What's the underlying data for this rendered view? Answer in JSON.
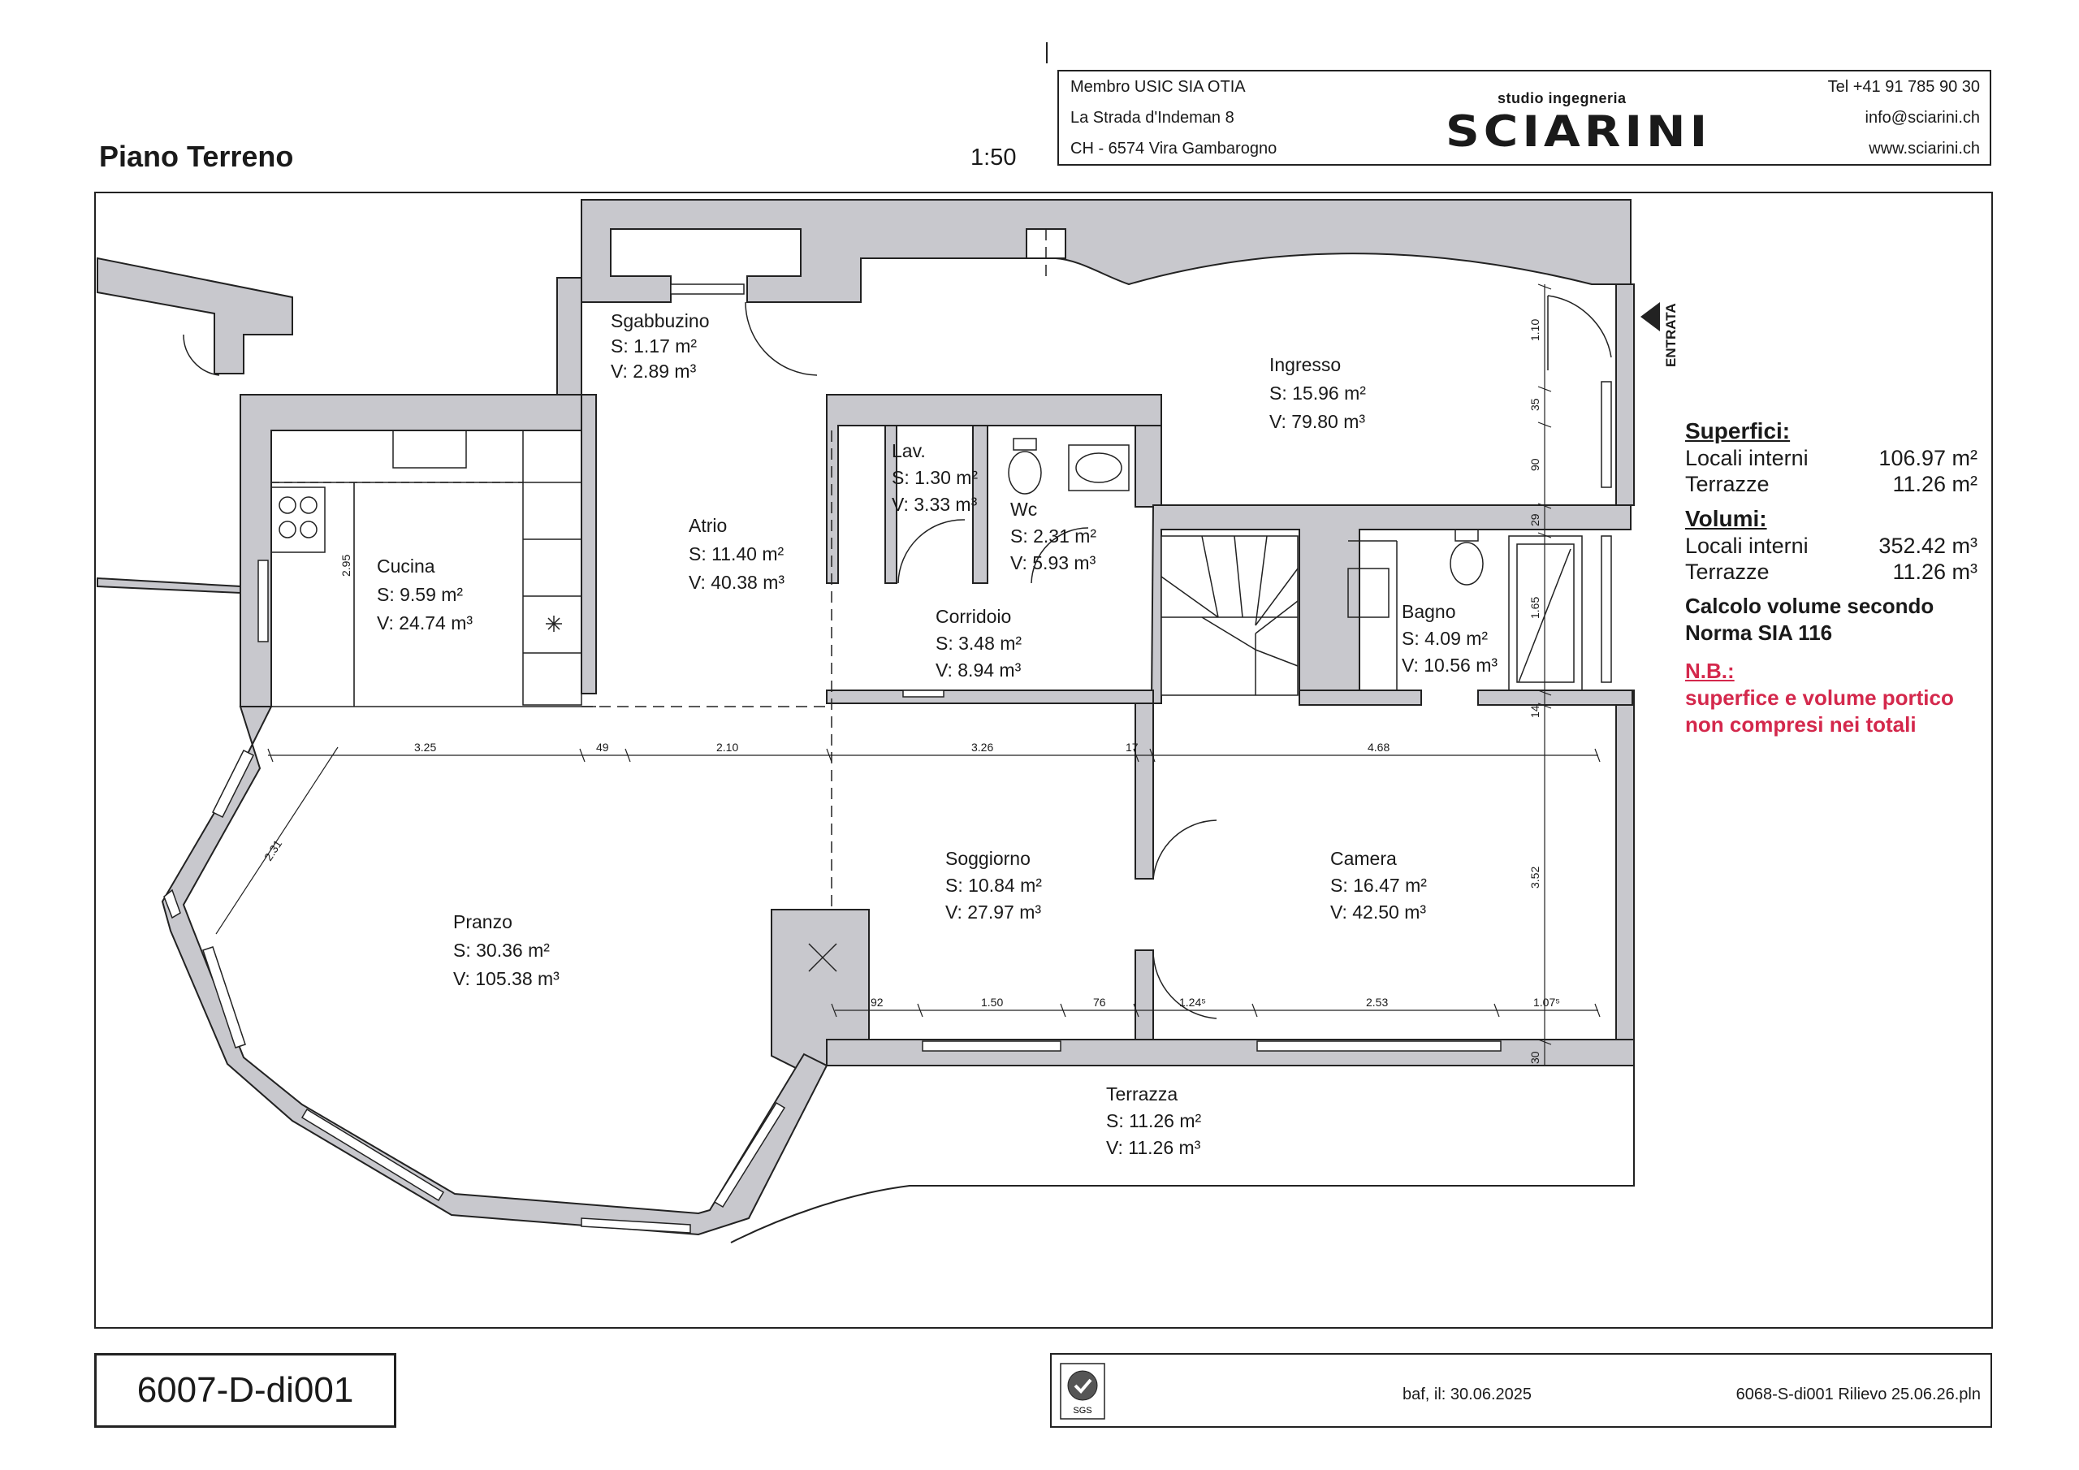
{
  "page_title": "Piano Terreno",
  "scale": "1:50",
  "header": {
    "membership": "Membro USIC SIA OTIA",
    "address1": "La Strada d'Indeman 8",
    "address2": "CH - 6574  Vira Gambarogno",
    "logo_sub": "studio ingegneria",
    "logo_main": "SCIARINI",
    "tel": "Tel  +41 91 785 90 30",
    "email": "info@sciarini.ch",
    "web": "www.sciarini.ch"
  },
  "entrance_label": "ENTRATA",
  "rooms": [
    {
      "name": "Sgabbuzino",
      "s": "S:   1.17 m²",
      "v": "V:   2.89 m³"
    },
    {
      "name": "Ingresso",
      "s": "S: 15.96 m²",
      "v": "V: 79.80 m³"
    },
    {
      "name": "Lav.",
      "s": "S: 1.30 m²",
      "v": "V: 3.33 m³"
    },
    {
      "name": "Wc",
      "s": "S: 2.31 m²",
      "v": "V: 5.93 m³"
    },
    {
      "name": "Cucina",
      "s": "S:   9.59 m²",
      "v": "V: 24.74 m³"
    },
    {
      "name": "Atrio",
      "s": "S: 11.40 m²",
      "v": "V: 40.38 m³"
    },
    {
      "name": "Corridoio",
      "s": "S: 3.48 m²",
      "v": "V: 8.94 m³"
    },
    {
      "name": "Bagno",
      "s": "S:   4.09 m²",
      "v": "V: 10.56 m³"
    },
    {
      "name": "Soggiorno",
      "s": "S: 10.84 m²",
      "v": "V: 27.97 m³"
    },
    {
      "name": "Camera",
      "s": "S: 16.47 m²",
      "v": "V: 42.50 m³"
    },
    {
      "name": "Pranzo",
      "s": "S:   30.36 m²",
      "v": "V: 105.38 m³"
    },
    {
      "name": "Terrazza",
      "s": "S: 11.26 m²",
      "v": "V: 11.26 m³"
    }
  ],
  "dimensions": {
    "top_row": [
      "3.25",
      "49",
      "2.10",
      "3.26",
      "17",
      "4.68"
    ],
    "bottom_row": [
      "92",
      "1.50",
      "76",
      "1.24⁵",
      "2.53",
      "1.07⁵"
    ],
    "vertical": [
      "1.10",
      "35",
      "90",
      "29",
      "1.65",
      "14",
      "3.52",
      "30",
      "2.95",
      "2.31"
    ]
  },
  "summary": {
    "superfici_label": "Superfici:",
    "superfici": [
      {
        "label": "Locali interni",
        "value": "106.97 m²"
      },
      {
        "label": "Terrazze",
        "value": "11.26 m²"
      }
    ],
    "volumi_label": "Volumi:",
    "volumi": [
      {
        "label": "Locali interni",
        "value": "352.42 m³"
      },
      {
        "label": "Terrazze",
        "value": "11.26 m³"
      }
    ],
    "calc_line1": "Calcolo volume secondo",
    "calc_line2": "Norma SIA 116",
    "nb_label": "N.B.:",
    "nb_line1": "superfice e volume portico",
    "nb_line2": "non compresi nei totali"
  },
  "drawing_code": "6007-D-di001",
  "footer": {
    "sgs": "SGS",
    "author_date": "baf, il: 30.06.2025",
    "file": "6068-S-di001 Rilievo 25.06.26.pln"
  },
  "colors": {
    "wall": "#c8c8cd",
    "line": "#222222",
    "nb": "#d4284c"
  }
}
